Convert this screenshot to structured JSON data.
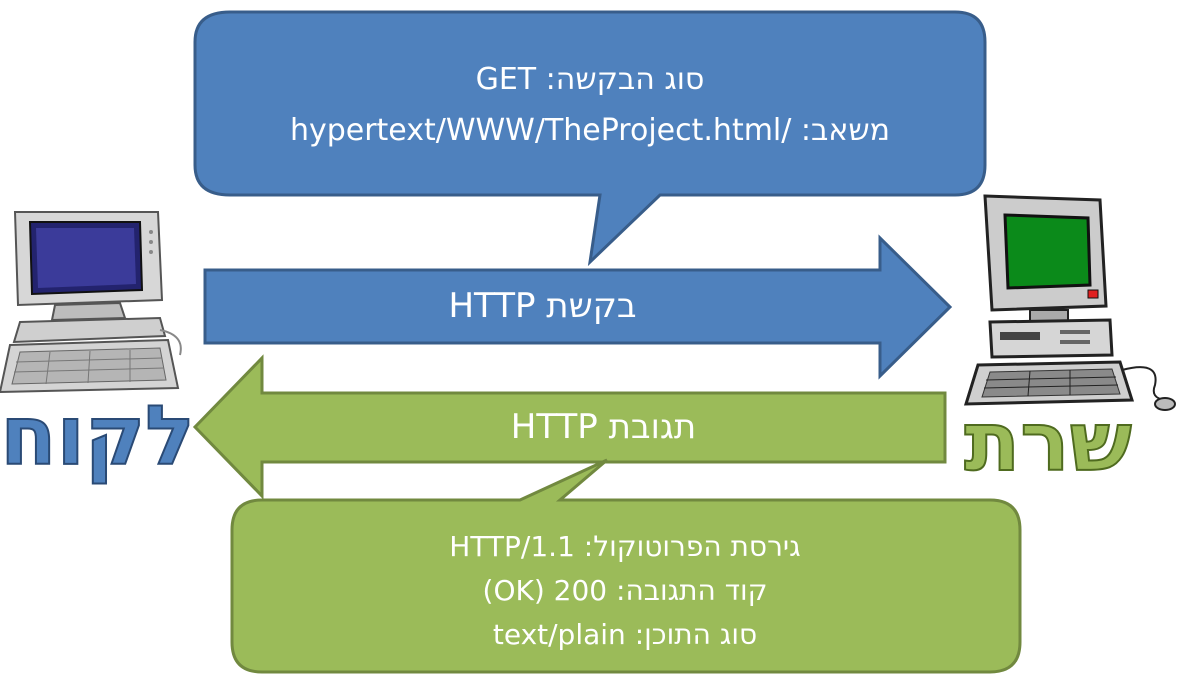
{
  "request": {
    "arrow_label": "בקשת HTTP",
    "bubble_lines": [
      "סוג הבקשה: GET",
      "משאב: /hypertext/WWW/TheProject.html"
    ]
  },
  "response": {
    "arrow_label": "תגובת HTTP",
    "bubble_lines": [
      "גירסת הפרוטוקול: HTTP/1.1",
      "קוד התגובה: 200 (OK)",
      "סוג התוכן: text/plain"
    ]
  },
  "client": {
    "label": "לקוח",
    "icon": "laptop-computer-icon"
  },
  "server": {
    "label": "שרת",
    "icon": "desktop-computer-icon"
  },
  "colors": {
    "request_fill": "#4f81bd",
    "request_stroke": "#385d8a",
    "response_fill": "#9bbb59",
    "response_stroke": "#71893f",
    "client_label": "#4f81bd",
    "server_label": "#9bbb59",
    "text": "#ffffff"
  }
}
